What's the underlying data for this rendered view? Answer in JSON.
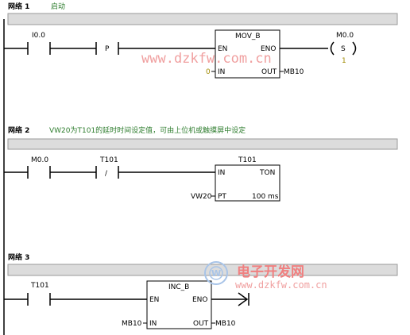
{
  "networks": [
    {
      "label": "网络 1",
      "comment": "启动",
      "contact1": "I0.0",
      "contact2_symbol": "P",
      "box": {
        "title": "MOV_B",
        "en": "EN",
        "eno": "ENO",
        "in_pin": "IN",
        "out_pin": "OUT",
        "in_value": "0",
        "out_value": "MB10"
      },
      "coil": {
        "address": "M0.0",
        "symbol": "S",
        "count": "1"
      }
    },
    {
      "label": "网络 2",
      "comment": "VW20为T101的延时时间设定值，可由上位机或触摸屏中设定",
      "contact1": "M0.0",
      "contact2": "T101",
      "contact2_symbol": "/",
      "box": {
        "title": "T101",
        "in_pin": "IN",
        "type": "TON",
        "pt_pin": "PT",
        "pt_value": "VW20",
        "time_base": "100 ms"
      }
    },
    {
      "label": "网络 3",
      "comment": "",
      "contact1": "T101",
      "box": {
        "title": "INC_B",
        "en": "EN",
        "eno": "ENO",
        "in_pin": "IN",
        "out_pin": "OUT",
        "in_value": "MB10",
        "out_value": "MB10"
      }
    }
  ],
  "watermark": {
    "url_text": "www.dzkfw.com.cn",
    "brand_text": "电子开发网",
    "brand_url": "www.dzkfw.com.cn",
    "color": "#f0a0a0"
  }
}
